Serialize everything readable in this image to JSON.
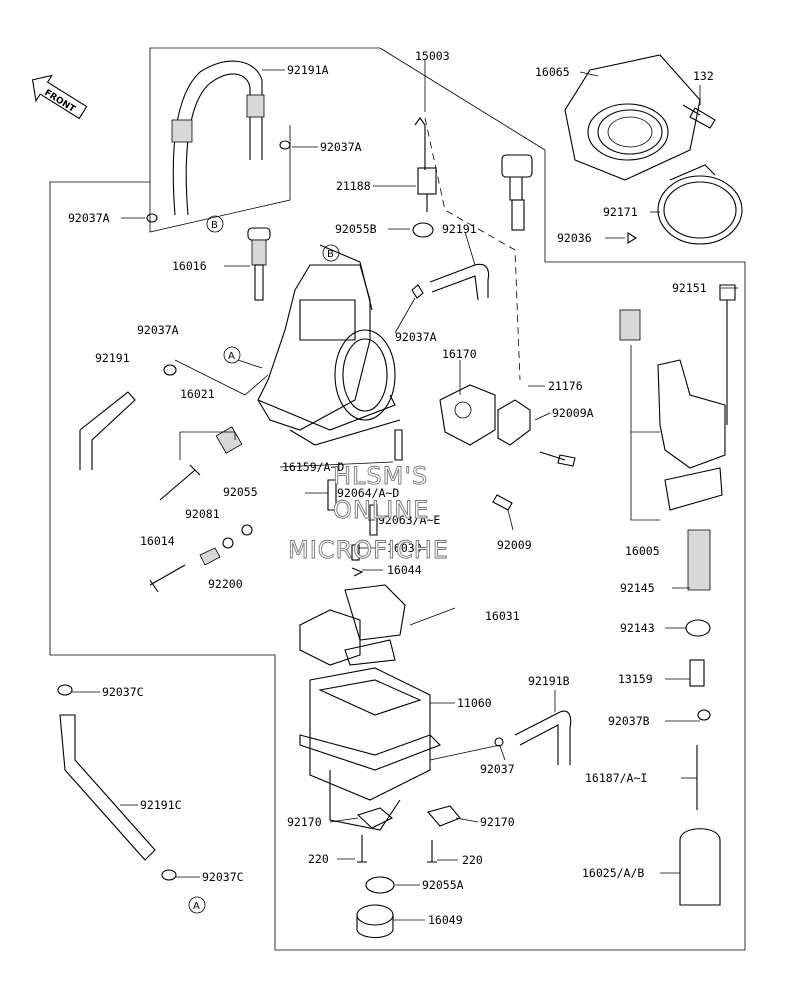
{
  "watermark": {
    "line1": "HLSM'S",
    "line2": "ONLINE",
    "line3": "MICROFICHE"
  },
  "front_arrow": {
    "label": "FRONT"
  },
  "callouts": {
    "a": "A",
    "b": "B"
  },
  "labels": {
    "p15003": "15003",
    "p16065": "16065",
    "p132": "132",
    "p92191A": "92191A",
    "p92037A_top": "92037A",
    "p21188": "21188",
    "p92037A_left": "92037A",
    "p92055B": "92055B",
    "p92191_mid": "92191",
    "p92171": "92171",
    "p92036": "92036",
    "p16016": "16016",
    "p92151": "92151",
    "p92037A_body": "92037A",
    "p92037A_mid": "92037A",
    "p92191_left": "92191",
    "p16170": "16170",
    "p21176": "21176",
    "p16021": "16021",
    "p92009A": "92009A",
    "p16159": "16159/A~D",
    "p92055": "92055",
    "p92064": "92064/A~D",
    "p92081": "92081",
    "p92063": "92063/A~E",
    "p92009": "92009",
    "p16005": "16005",
    "p16014": "16014",
    "p16030": "16030",
    "p92200": "92200",
    "p16044": "16044",
    "p92145": "92145",
    "p16031": "16031",
    "p92143": "92143",
    "p13159": "13159",
    "p92037C_top": "92037C",
    "p11060": "11060",
    "p92191B": "92191B",
    "p92037B": "92037B",
    "p92037": "92037",
    "p16187": "16187/A~I",
    "p92191C": "92191C",
    "p92170_left": "92170",
    "p92170_right": "92170",
    "p220_left": "220",
    "p220_right": "220",
    "p16025": "16025/A/B",
    "p92037C_bottom": "92037C",
    "p92055A": "92055A",
    "p16049": "16049"
  }
}
